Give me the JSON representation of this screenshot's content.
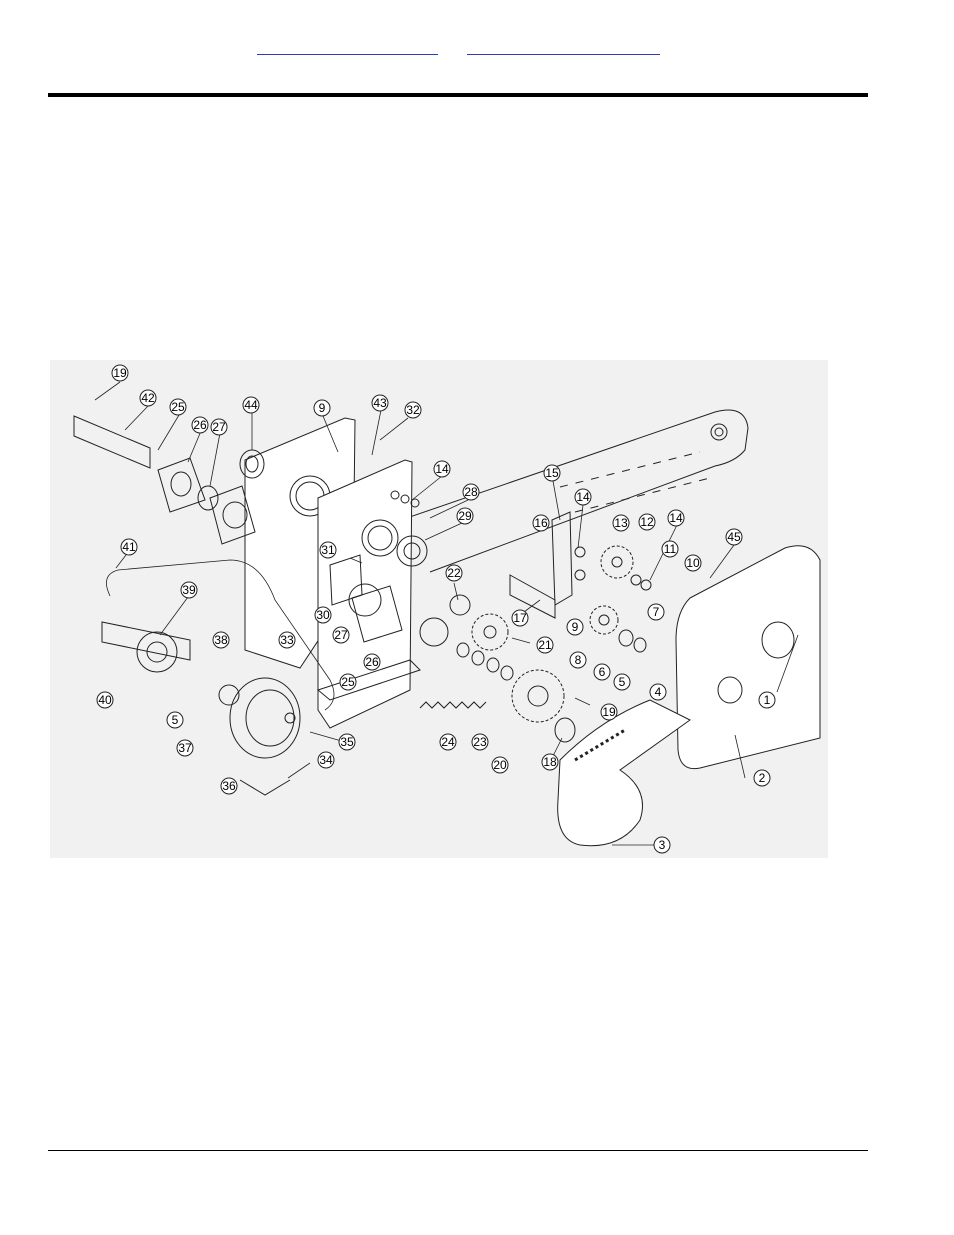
{
  "header": {
    "link_left": "",
    "link_right": ""
  },
  "diagram": {
    "callouts": [
      {
        "id": "c19a",
        "label": "19"
      },
      {
        "id": "c42",
        "label": "42"
      },
      {
        "id": "c25a",
        "label": "25"
      },
      {
        "id": "c26a",
        "label": "26"
      },
      {
        "id": "c27a",
        "label": "27"
      },
      {
        "id": "c44",
        "label": "44"
      },
      {
        "id": "c9a",
        "label": "9"
      },
      {
        "id": "c43",
        "label": "43"
      },
      {
        "id": "c32",
        "label": "32"
      },
      {
        "id": "c14a",
        "label": "14"
      },
      {
        "id": "c28",
        "label": "28"
      },
      {
        "id": "c29",
        "label": "29"
      },
      {
        "id": "c15",
        "label": "15"
      },
      {
        "id": "c16",
        "label": "16"
      },
      {
        "id": "c14b",
        "label": "14"
      },
      {
        "id": "c13",
        "label": "13"
      },
      {
        "id": "c12",
        "label": "12"
      },
      {
        "id": "c14c",
        "label": "14"
      },
      {
        "id": "c11",
        "label": "11"
      },
      {
        "id": "c10",
        "label": "10"
      },
      {
        "id": "c45",
        "label": "45"
      },
      {
        "id": "c41",
        "label": "41"
      },
      {
        "id": "c39",
        "label": "39"
      },
      {
        "id": "c31",
        "label": "31"
      },
      {
        "id": "c22",
        "label": "22"
      },
      {
        "id": "c30",
        "label": "30"
      },
      {
        "id": "c33",
        "label": "33"
      },
      {
        "id": "c27b",
        "label": "27"
      },
      {
        "id": "c26b",
        "label": "26"
      },
      {
        "id": "c17",
        "label": "17"
      },
      {
        "id": "c9b",
        "label": "9"
      },
      {
        "id": "c7",
        "label": "7"
      },
      {
        "id": "c21",
        "label": "21"
      },
      {
        "id": "c8",
        "label": "8"
      },
      {
        "id": "c6",
        "label": "6"
      },
      {
        "id": "c5a",
        "label": "5"
      },
      {
        "id": "c1",
        "label": "1"
      },
      {
        "id": "c38",
        "label": "38"
      },
      {
        "id": "c25b",
        "label": "25"
      },
      {
        "id": "c4",
        "label": "4"
      },
      {
        "id": "c40",
        "label": "40"
      },
      {
        "id": "c5b",
        "label": "5"
      },
      {
        "id": "c37",
        "label": "37"
      },
      {
        "id": "c19b",
        "label": "19"
      },
      {
        "id": "c24",
        "label": "24"
      },
      {
        "id": "c23",
        "label": "23"
      },
      {
        "id": "c35",
        "label": "35"
      },
      {
        "id": "c18",
        "label": "18"
      },
      {
        "id": "c20",
        "label": "20"
      },
      {
        "id": "c2",
        "label": "2"
      },
      {
        "id": "c34",
        "label": "34"
      },
      {
        "id": "c36",
        "label": "36"
      },
      {
        "id": "c3",
        "label": "3"
      }
    ]
  }
}
